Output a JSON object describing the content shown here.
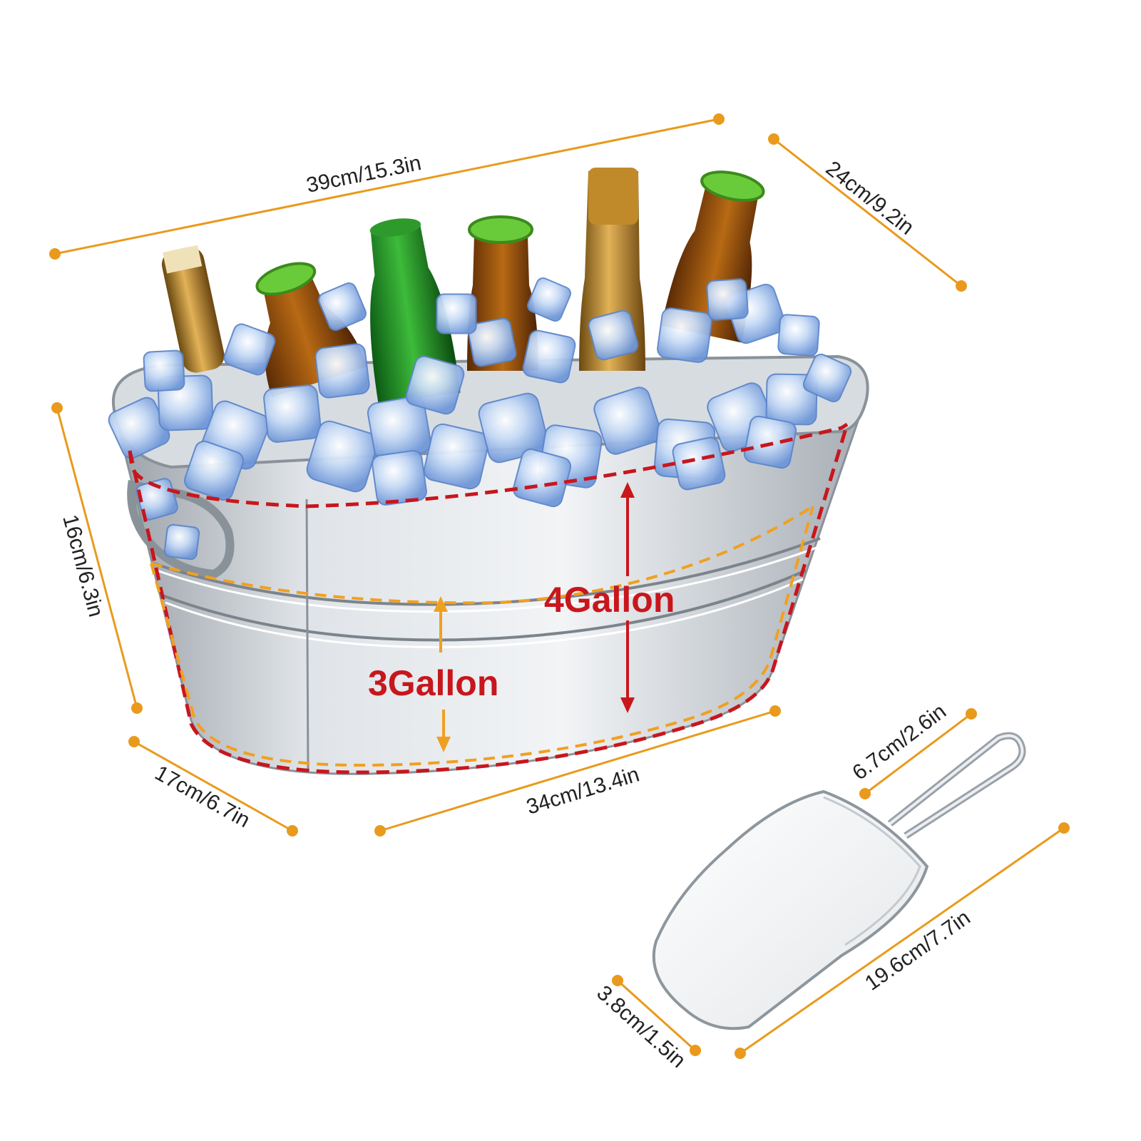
{
  "colors": {
    "dimension_line": "#E99A1C",
    "capacity_4": "#C8161D",
    "capacity_3": "#F0A020",
    "metal": "#C9CED4",
    "ice": "#9EC0EA"
  },
  "dimensions": {
    "top_length": "39cm/15.3in",
    "top_width": "24cm/9.2in",
    "height": "16cm/6.3in",
    "bottom_width": "17cm/6.7in",
    "bottom_length": "34cm/13.4in",
    "scoop_handle_width": "6.7cm/2.6in",
    "scoop_length": "19.6cm/7.7in",
    "scoop_depth": "3.8cm/1.5in"
  },
  "capacity": {
    "large": "4Gallon",
    "small": "3Gallon"
  }
}
